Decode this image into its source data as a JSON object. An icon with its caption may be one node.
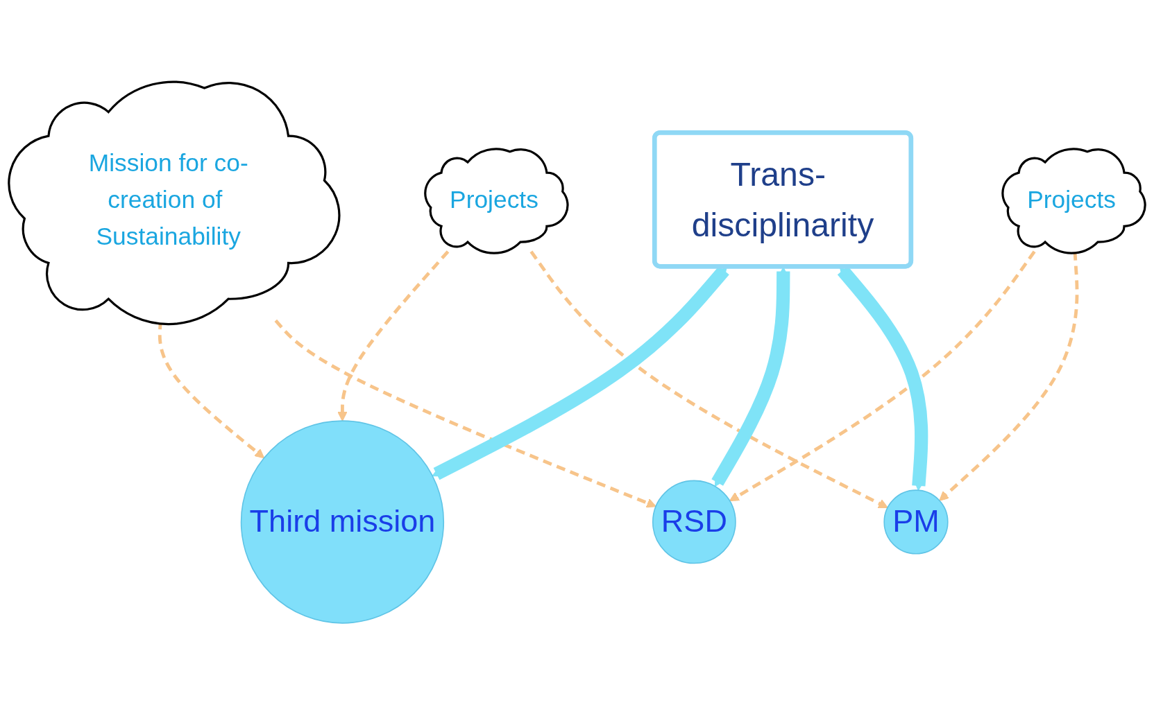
{
  "diagram": {
    "nodes": [
      {
        "text": [
          "Third mission"
        ]
      },
      {
        "text": [
          "Mission for co-creation of Sustainability"
        ]
      },
      {
        "text": [
          "RSD"
        ]
      },
      {
        "text": [
          "Projects"
        ]
      },
      {
        "text": [
          "Trans- disciplinarity"
        ]
      },
      {
        "text": [
          "Projects"
        ]
      },
      {
        "text": [
          "PM"
        ]
      }
    ],
    "edges": [
      {
        "from": 1,
        "to": 0,
        "arrow": "to",
        "style": "dashed",
        "color": "#f7c48a"
      },
      {
        "from": 1,
        "to": 2,
        "arrow": "to",
        "style": "dashed",
        "color": "#f7c48a"
      },
      {
        "from": 3,
        "to": 0,
        "arrow": "to",
        "style": "dashed",
        "color": "#f7c48a"
      },
      {
        "from": 3,
        "to": 6,
        "arrow": "to",
        "style": "dashed",
        "color": "#f7c48a"
      },
      {
        "from": 5,
        "to": 2,
        "arrow": "to",
        "style": "dashed",
        "color": "#f7c48a"
      },
      {
        "from": 5,
        "to": 6,
        "arrow": "to",
        "style": "dashed",
        "color": "#f7c48a"
      },
      {
        "from": 4,
        "to": 0,
        "arrow": "both",
        "style": "thick",
        "color": "#7fe3f7"
      },
      {
        "from": 4,
        "to": 2,
        "arrow": "both",
        "style": "thick",
        "color": "#7fe3f7"
      },
      {
        "from": 4,
        "to": 6,
        "arrow": "both",
        "style": "thick",
        "color": "#7fe3f7"
      }
    ]
  }
}
